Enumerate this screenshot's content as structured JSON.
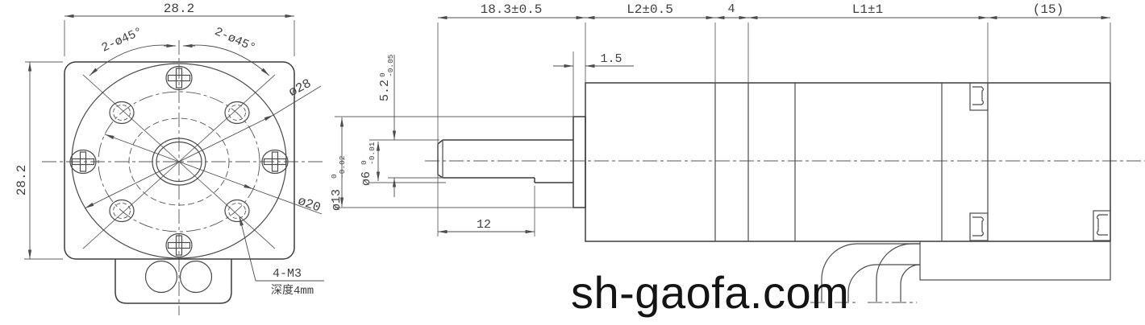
{
  "watermark": {
    "text": "sh-gaofa.com"
  },
  "colors": {
    "line": "#3c3c3c",
    "dimension": "#4c4c4c",
    "watermark": "#141414",
    "background": "#ffffff"
  },
  "front_view": {
    "dims": {
      "width": "28.2",
      "height": "28.2"
    },
    "labels": {
      "chamfer_left": "2-ø45°",
      "chamfer_right": "2-ø45°",
      "outer_dia": "ø28",
      "bolt_circle_dia": "ø20",
      "tapped_holes": "4-M3",
      "tap_depth": "深度4mm"
    }
  },
  "side_view": {
    "dims": {
      "shaft_protrusion": "18.3±0.5",
      "gearbox_length": "L2±0.5",
      "spacer_width": "4",
      "motor_length": "L1±1",
      "rear_cap_length": "(15)",
      "pilot_thickness": "1.5",
      "flat_length": "12",
      "shaft_flat": {
        "value": "5.2",
        "tol_upper": "0",
        "tol_lower": "-0.05"
      },
      "pilot_dia": {
        "value": "ø13",
        "tol_upper": "0",
        "tol_lower": "-0.02"
      },
      "shaft_dia": {
        "value": "ø6",
        "tol_upper": "0",
        "tol_lower": "-0.01"
      }
    }
  }
}
